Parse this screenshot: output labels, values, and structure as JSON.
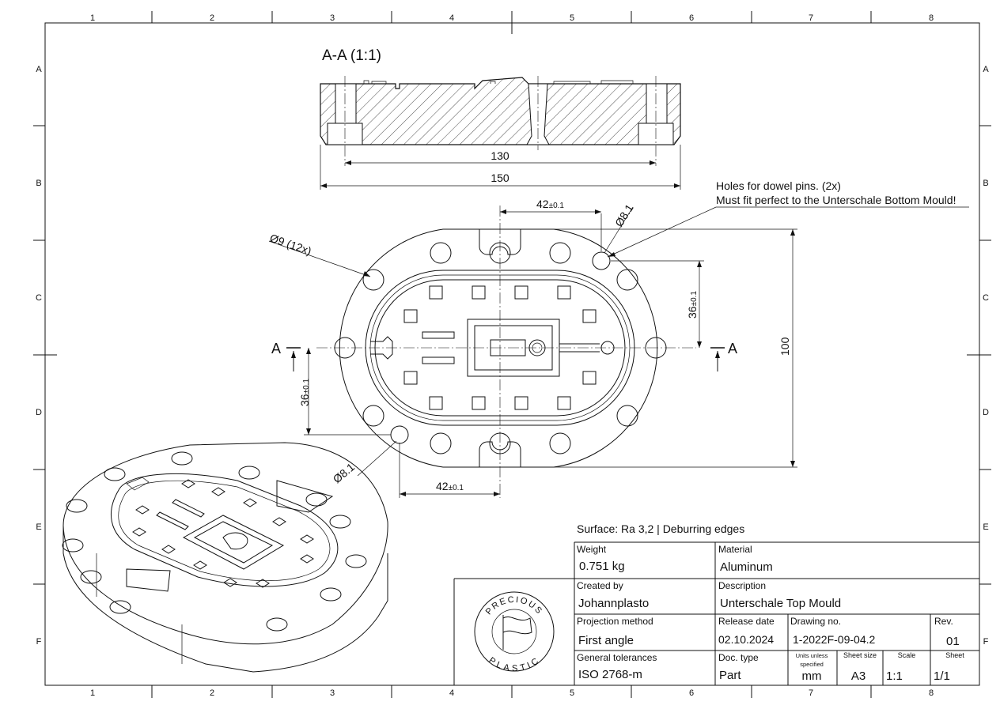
{
  "frame": {
    "columns": [
      "1",
      "2",
      "3",
      "4",
      "5",
      "6",
      "7",
      "8"
    ],
    "rows": [
      "A",
      "B",
      "C",
      "D",
      "E",
      "F"
    ]
  },
  "section_view": {
    "title": "A-A (1:1)",
    "dim_inner": "130",
    "dim_outer": "150"
  },
  "top_view": {
    "dim_42_top": "42",
    "tol_42_top": "±0.1",
    "dim_81_top": "Ø8.1",
    "dim_9": "Ø9 (12x)",
    "dim_36_right": "36",
    "tol_36_right": "±0.1",
    "dim_100": "100",
    "dim_36_left": "36",
    "tol_36_left": "±0.1",
    "dim_81_bottom": "Ø8.1",
    "dim_42_bottom": "42",
    "tol_42_bottom": "±0.1",
    "section_left": "A",
    "section_right": "A"
  },
  "note": {
    "line1": "Holes for dowel pins. (2x)",
    "line2": "Must fit perfect to the Unterschale Bottom Mould!"
  },
  "surface_note": "Surface: Ra 3,2 | Deburring edges",
  "logo": {
    "top_text": "PRECIOUS",
    "bottom_text": "PLASTIC"
  },
  "title_block": {
    "weight_label": "Weight",
    "weight_value": "0.751 kg",
    "material_label": "Material",
    "material_value": "Aluminum",
    "created_label": "Created by",
    "created_value": "Johannplasto",
    "description_label": "Description",
    "description_value": "Unterschale Top Mould",
    "projection_label": "Projection method",
    "projection_value": "First angle",
    "release_label": "Release date",
    "release_value": "02.10.2024",
    "drawing_label": "Drawing no.",
    "drawing_value": "1-2022F-09-04.2",
    "rev_label": "Rev.",
    "rev_value": "01",
    "tolerance_label": "General tolerances",
    "tolerance_value": "ISO 2768-m",
    "doctype_label": "Doc. type",
    "doctype_value": "Part",
    "units_label_1": "Units unless",
    "units_label_2": "specified",
    "units_value": "mm",
    "sheetsize_label": "Sheet size",
    "sheetsize_value": "A3",
    "scale_label": "Scale",
    "scale_value": "1:1",
    "sheet_label": "Sheet",
    "sheet_value": "1/1"
  }
}
